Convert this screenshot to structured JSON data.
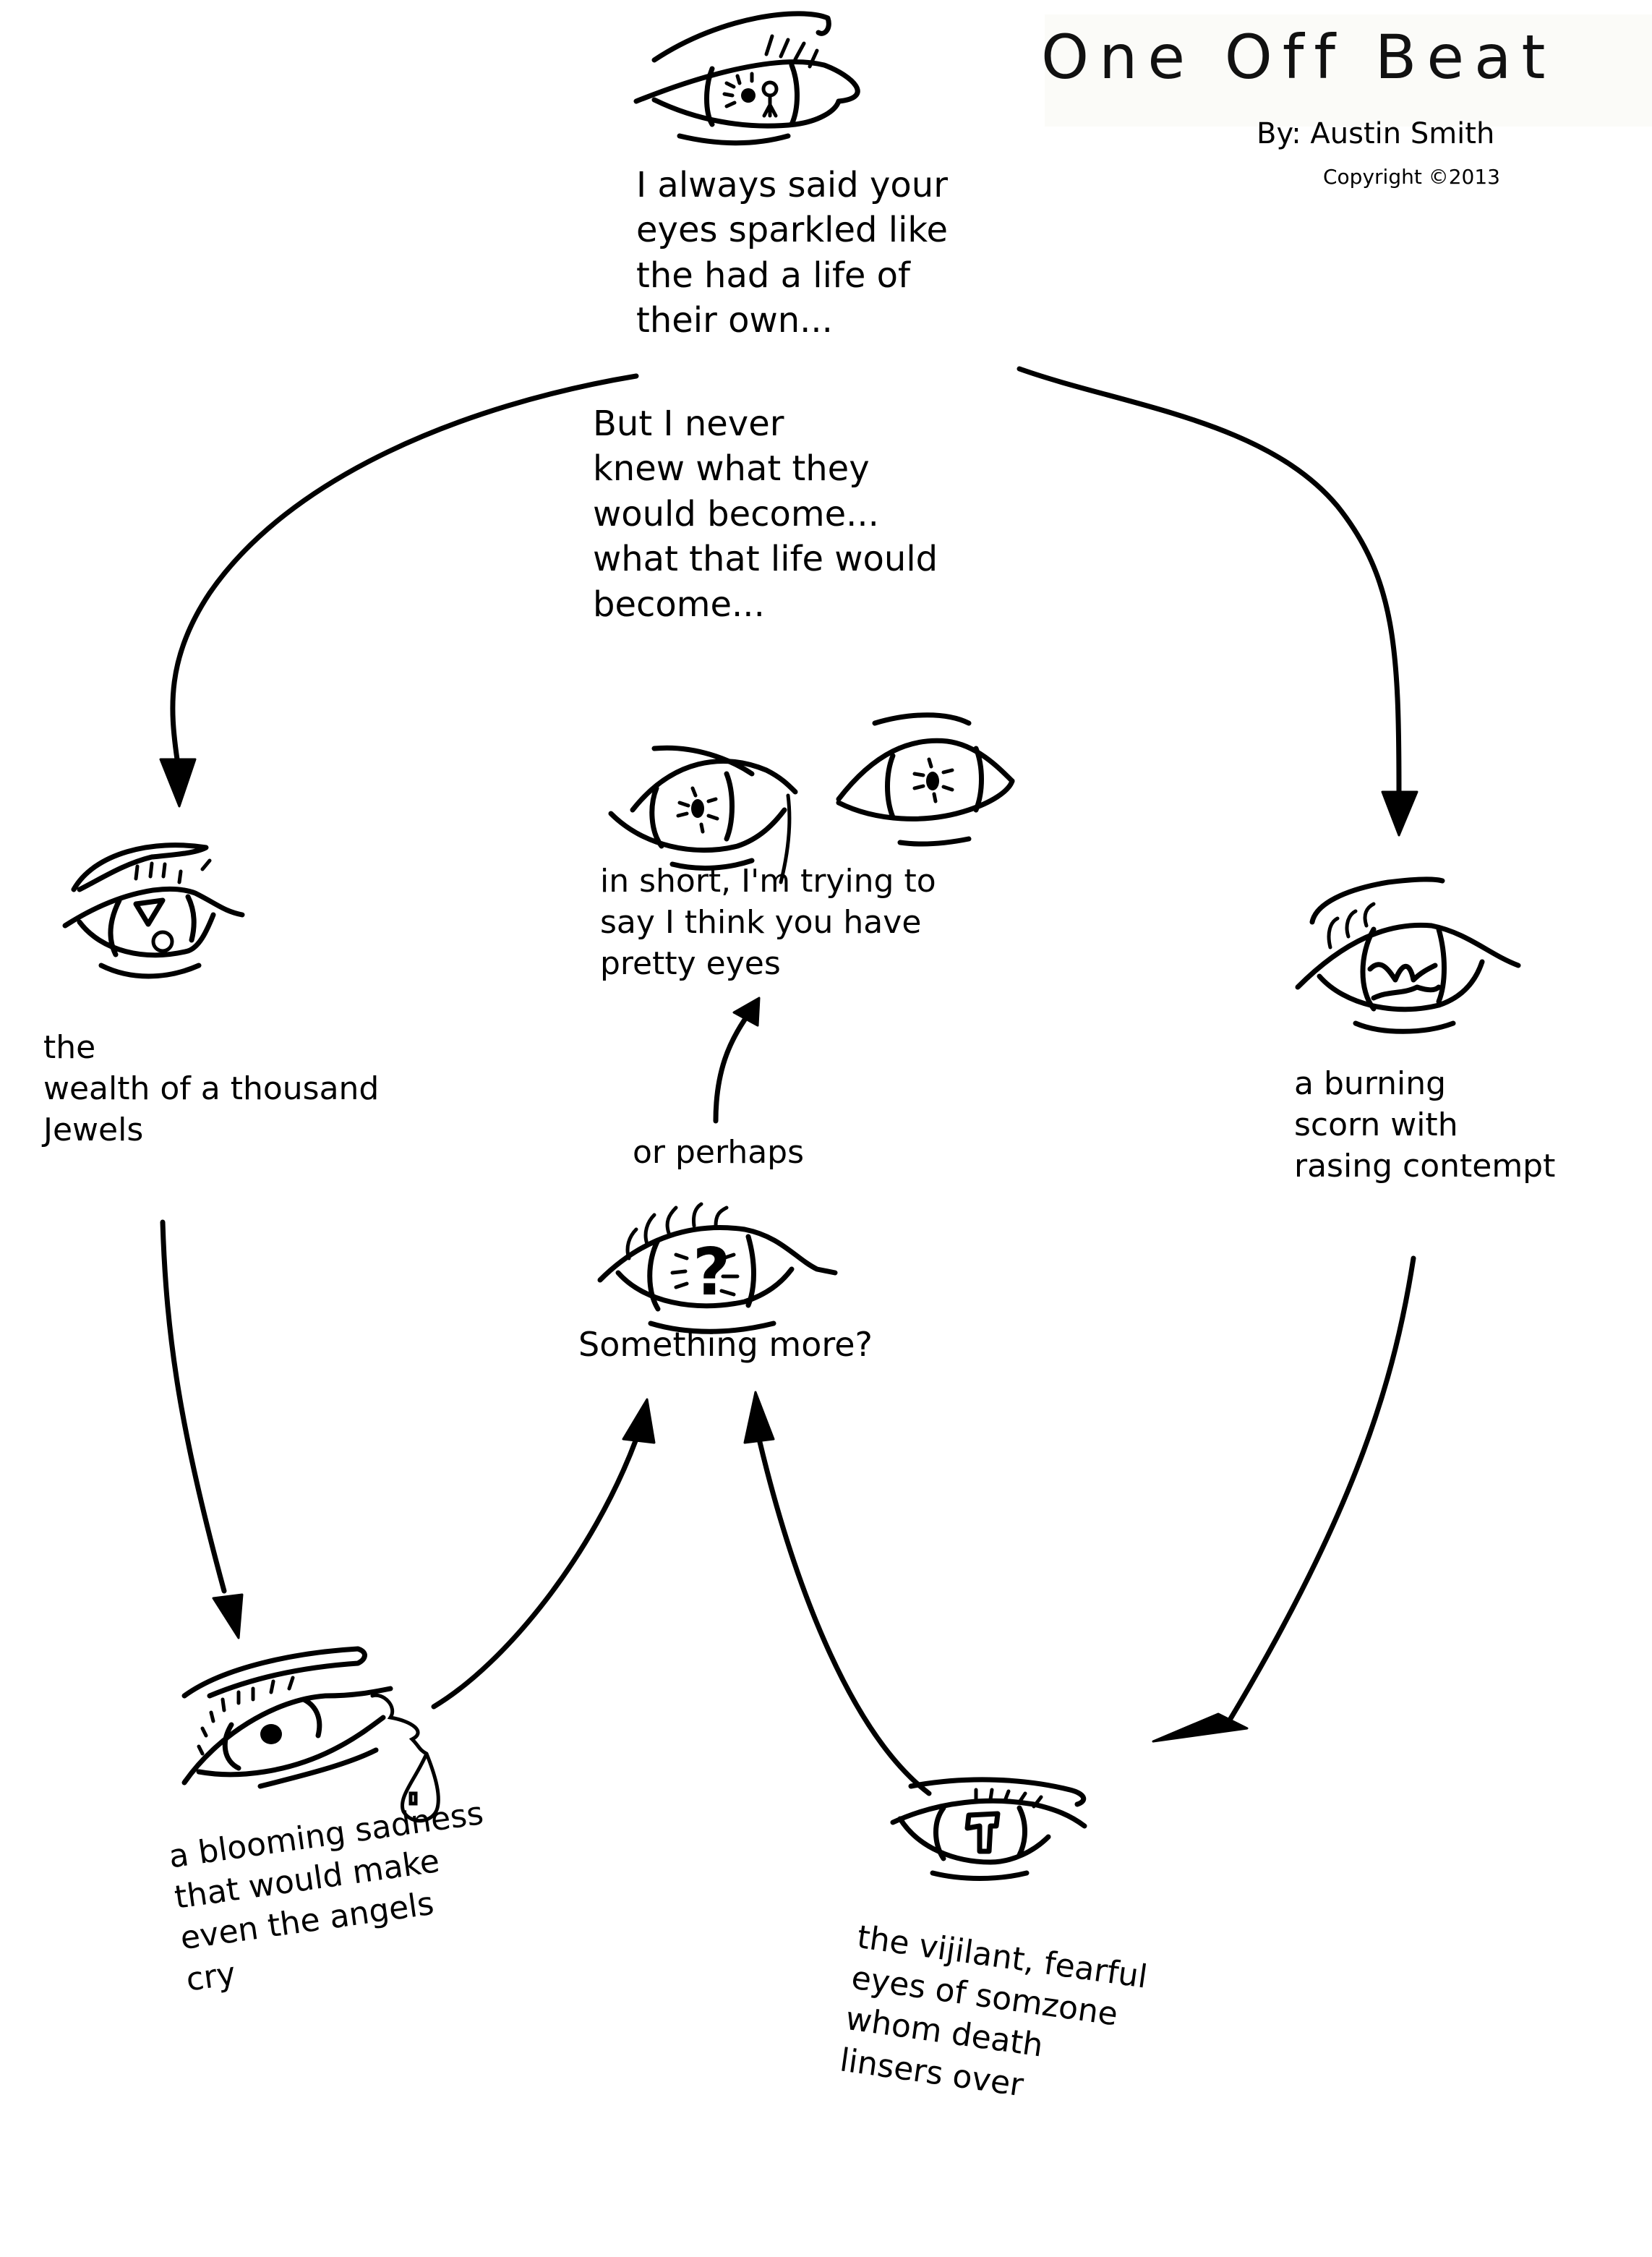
{
  "header": {
    "title": "One Off Beat",
    "author": "By: Austin Smith",
    "copyright": "Copyright ©2013"
  },
  "nodes": {
    "intro": {
      "icon": "eye-with-stick-figure-reflection",
      "text": "I always said your\neyes sparkled like\nthe had a life of\ntheir own..."
    },
    "question": {
      "text": "But I never\nknew what they\nwould become...\nwhat that life would\nbecome..."
    },
    "wealth": {
      "icon": "eye-with-jewels",
      "text": "the\nwealth of a thousand\nJewels"
    },
    "scorn": {
      "icon": "eye-with-flames",
      "text": "a burning\nscorn with\nrasing contempt"
    },
    "sadness": {
      "icon": "eye-with-tear",
      "text": "a blooming sadness\nthat would make\neven the angels\ncry"
    },
    "vigilant": {
      "icon": "eye-with-cross",
      "text": "the vijilant, fearful\neyes of somzone\nwhom death\nlinsers over"
    },
    "something_more": {
      "icon": "eye-with-question-mark",
      "label_above": "or perhaps",
      "label_below": "Something more?"
    },
    "pretty_eyes": {
      "icon": "pair-of-eyes",
      "text": "in short, I'm trying to\nsay I think you have\npretty eyes"
    }
  },
  "edges": [
    {
      "from": "question",
      "to": "wealth"
    },
    {
      "from": "question",
      "to": "scorn"
    },
    {
      "from": "wealth",
      "to": "sadness"
    },
    {
      "from": "scorn",
      "to": "vigilant"
    },
    {
      "from": "sadness",
      "to": "something_more"
    },
    {
      "from": "vigilant",
      "to": "something_more"
    },
    {
      "from": "something_more",
      "to": "pretty_eyes"
    }
  ],
  "colors": {
    "ink": "#000000",
    "paper": "#ffffff",
    "title_bg": "#fbfbf8"
  }
}
